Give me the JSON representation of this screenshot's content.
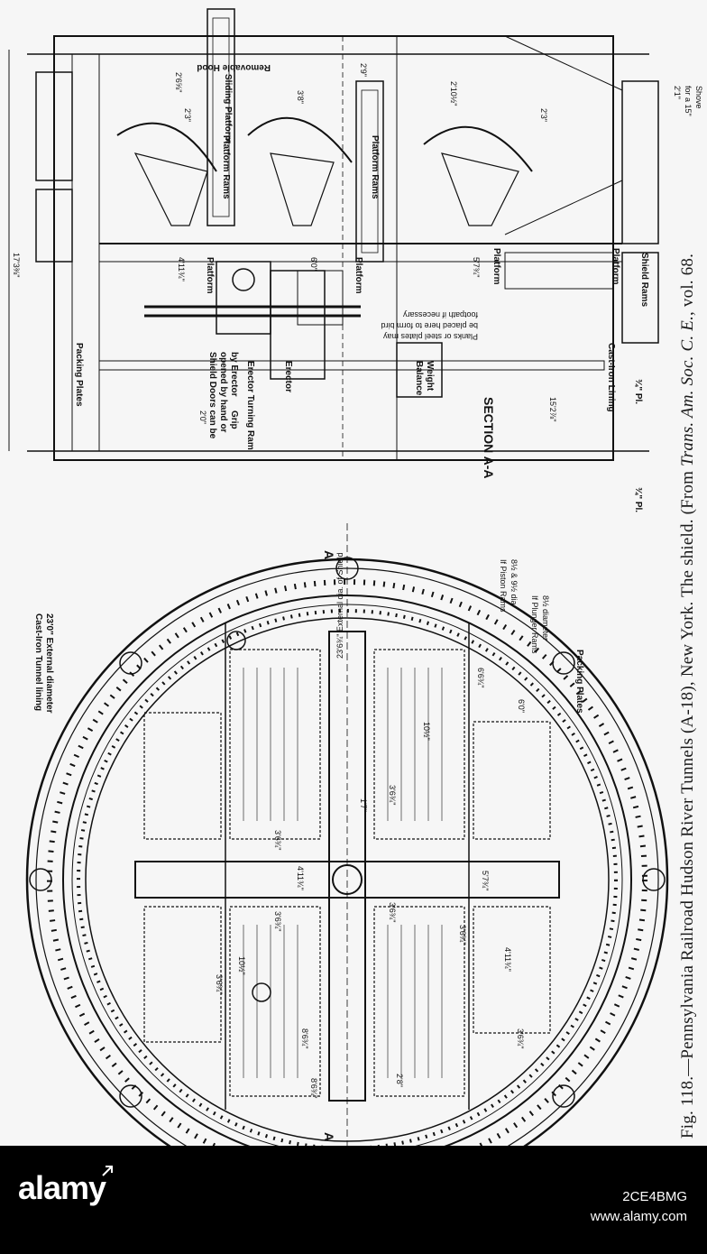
{
  "caption": {
    "main": "Fig. 118.—Pennsylvania Railroad Hudson River Tunnels (A-18), New York. The shield. (From ",
    "journal": "Trans. Am. Soc. C. E.",
    "tail": ", vol. 68."
  },
  "labels": {
    "sliding_platform": "Sliding Platform",
    "platform_rams_upper": "Platform Rams",
    "platform_rams_lower": "Platform Rams",
    "removable_hood": "Removable Hood",
    "platform_1": "Platform",
    "platform_2": "Platform",
    "platform_3": "Platform",
    "platform_4": "Platform",
    "shield_rams": "Shield Rams",
    "shove_note_1": "for a 15\"",
    "shove_note_2": "Shove",
    "shield_doors_1": "Shield Doors can be",
    "shield_doors_2": "opened by hand or",
    "shield_doors_3": "by Erector",
    "grip": "Grip",
    "erector_turning_ram": "Erector Turning Ram",
    "erector": "Erector",
    "balance_weight_1": "Balance",
    "balance_weight_2": "Weight",
    "planks_1": "Planks or steel plates may",
    "planks_2": "be placed here to form bird",
    "planks_3": "footpath if necessary",
    "section": "SECTION A-A",
    "packing_plates_section": "Packing Plates",
    "cast_iron_lining": "Cast-Iron Lining",
    "external_dia": "23'6¾\" External dia. of Shield",
    "tunnel_lining_1": "Cast-Iron Tunnel lining",
    "tunnel_lining_2": "23'0\" External diameter",
    "piston_rams_1": "If Piston Rams",
    "piston_rams_2": "8½ & 9½ dia",
    "plunger_rams_1": "If Plunger Rams",
    "plunger_rams_2": "8½ diameter",
    "packing_plates_plan": "Packing Plates",
    "pl_1": "¾\" Pl.",
    "pl_2": "¾\" Pl.",
    "section_mark_top": "A",
    "section_mark_bottom": "A"
  },
  "dimensions": {
    "overall_length": "17'3⅜\"",
    "d_2_6_5": "2'6⅝\"",
    "d_2_3": "2'3\"",
    "d_3_8": "3'8\"",
    "d_2_9": "2'9\"",
    "d_2_10": "2'10½\"",
    "d_2_3b": "2'3\"",
    "d_2_1": "2'1\"",
    "d_4_11": "4'11¾\"",
    "d_6_0": "6'0\"",
    "d_5_7": "5'7¾\"",
    "d_2_0": "2'0\"",
    "d_15_2": "15'2⅞\"",
    "p_6_6": "6'6¾\"",
    "p_6_0": "6'0\"",
    "p_10_1": "10½\"",
    "p_3_6a": "3'6¾\"",
    "p_3_6b": "3'6¾\"",
    "p_3_6c": "3'6¾\"",
    "p_3_6d": "3'6¾\"",
    "p_4_11a": "4'11¾\"",
    "p_5_7": "5'7¾\"",
    "p_3_6e": "3'6¾\"",
    "p_10_2": "10½\"",
    "p_4_11b": "4'11¾\"",
    "p_8_6a": "8'6¾\"",
    "p_3_6f": "3'6¾\"",
    "p_8_6b": "8'6¾\"",
    "p_2_8": "2'8\"",
    "p_1_7": "1'7\"",
    "p_3_6g": "3'6¾\""
  },
  "banner": {
    "logo": "alamy",
    "stock_id": "2CE4BMG",
    "site": "www.alamy.com"
  },
  "colors": {
    "ink": "#111111",
    "paper": "#f6f6f6",
    "banner": "#000000"
  }
}
